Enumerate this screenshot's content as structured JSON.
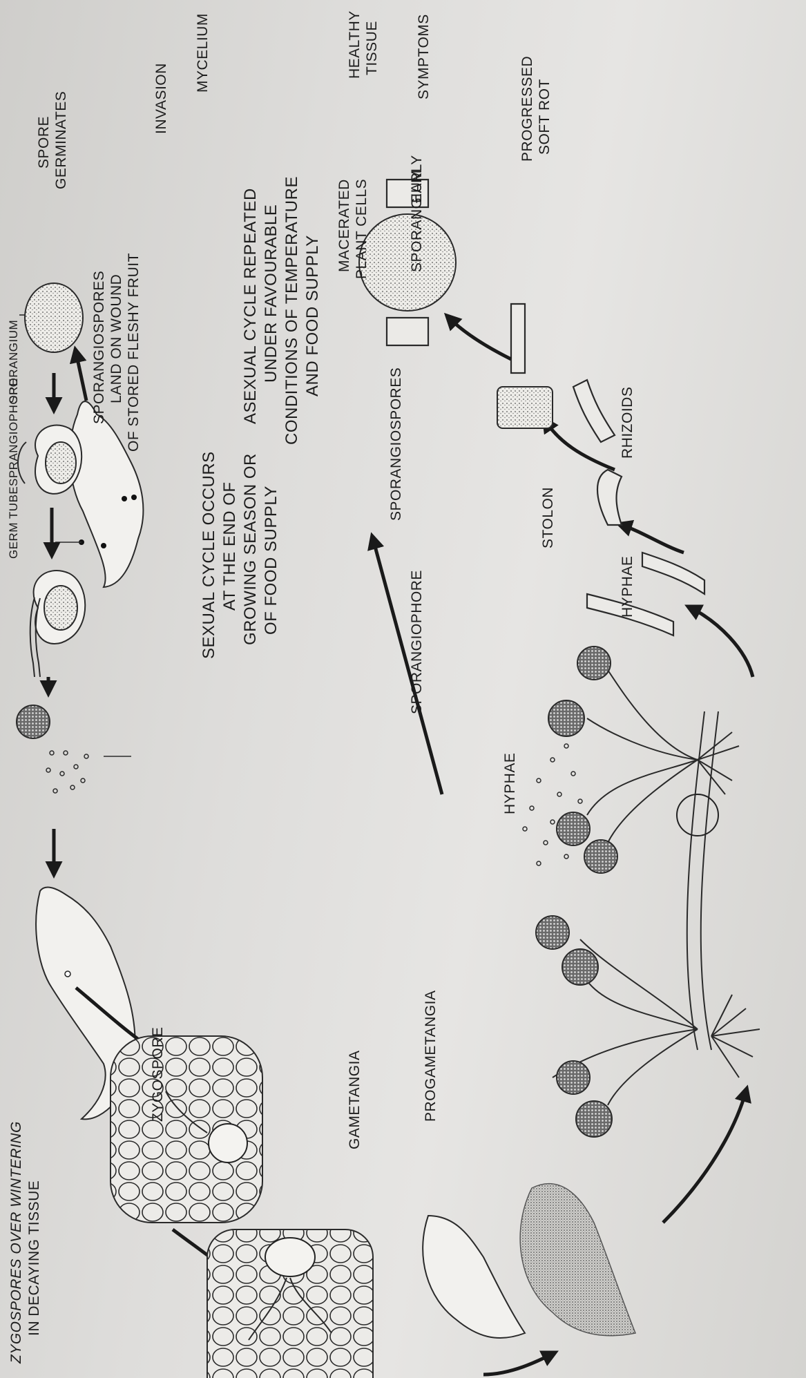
{
  "labels": {
    "zygospores_wintering": "ZYGOSPORES OVER WINTERING IN DECAYING TISSUE",
    "zygospores_wintering_l1": "ZYGOSPORES OVER WINTERING",
    "zygospores_wintering_l2": "IN DECAYING TISSUE",
    "germ_tube": "GERM TUBE",
    "sporangiophore_top": "SPRANGIOPHORE",
    "sporangium_top": "SPORANGIUM",
    "land_on_wound_l1": "SPORANGIOSPORES",
    "land_on_wound_l2": "LAND ON WOUND",
    "land_on_wound_l3": "OF STORED FLESHY FRUIT",
    "spore_germinates_l1": "SPORE",
    "spore_germinates_l2": "GERMINATES",
    "invasion": "INVASION",
    "mycelium": "MYCELIUM",
    "healthy_tissue_l1": "HEALTHY",
    "healthy_tissue_l2": "TISSUE",
    "macerated_l1": "MACERATED",
    "macerated_l2": "PLANT CELLS",
    "symptoms": "SYMPTOMS",
    "early": "EARLY",
    "progressed_l1": "PROGRESSED",
    "progressed_l2": "SOFT ROT",
    "asexual_l1": "ASEXUAL CYCLE REPEATED",
    "asexual_l2": "UNDER FAVOURABLE",
    "asexual_l3": "CONDITIONS OF TEMPERATURE",
    "asexual_l4": "AND FOOD SUPPLY",
    "sexual_l1": "SEXUAL CYCLE OCCURS",
    "sexual_l2": "AT THE END OF",
    "sexual_l3": "GROWING SEASON OR",
    "sexual_l4": "OF FOOD SUPPLY",
    "sporangium": "SPORANGIUM",
    "sporangiospores": "SPORANGIOSPORES",
    "sporangiophore": "SPORANGIOPHORE",
    "stolon": "STOLON",
    "hyphae_bottom": "HYPHAE",
    "rhizoids": "RHIZOIDS",
    "hyphae_left": "HYPHAE",
    "zygospore": "ZYGOSPORE",
    "gametangia": "GAMETANGIA",
    "progametangia": "PROGAMETANGIA"
  }
}
